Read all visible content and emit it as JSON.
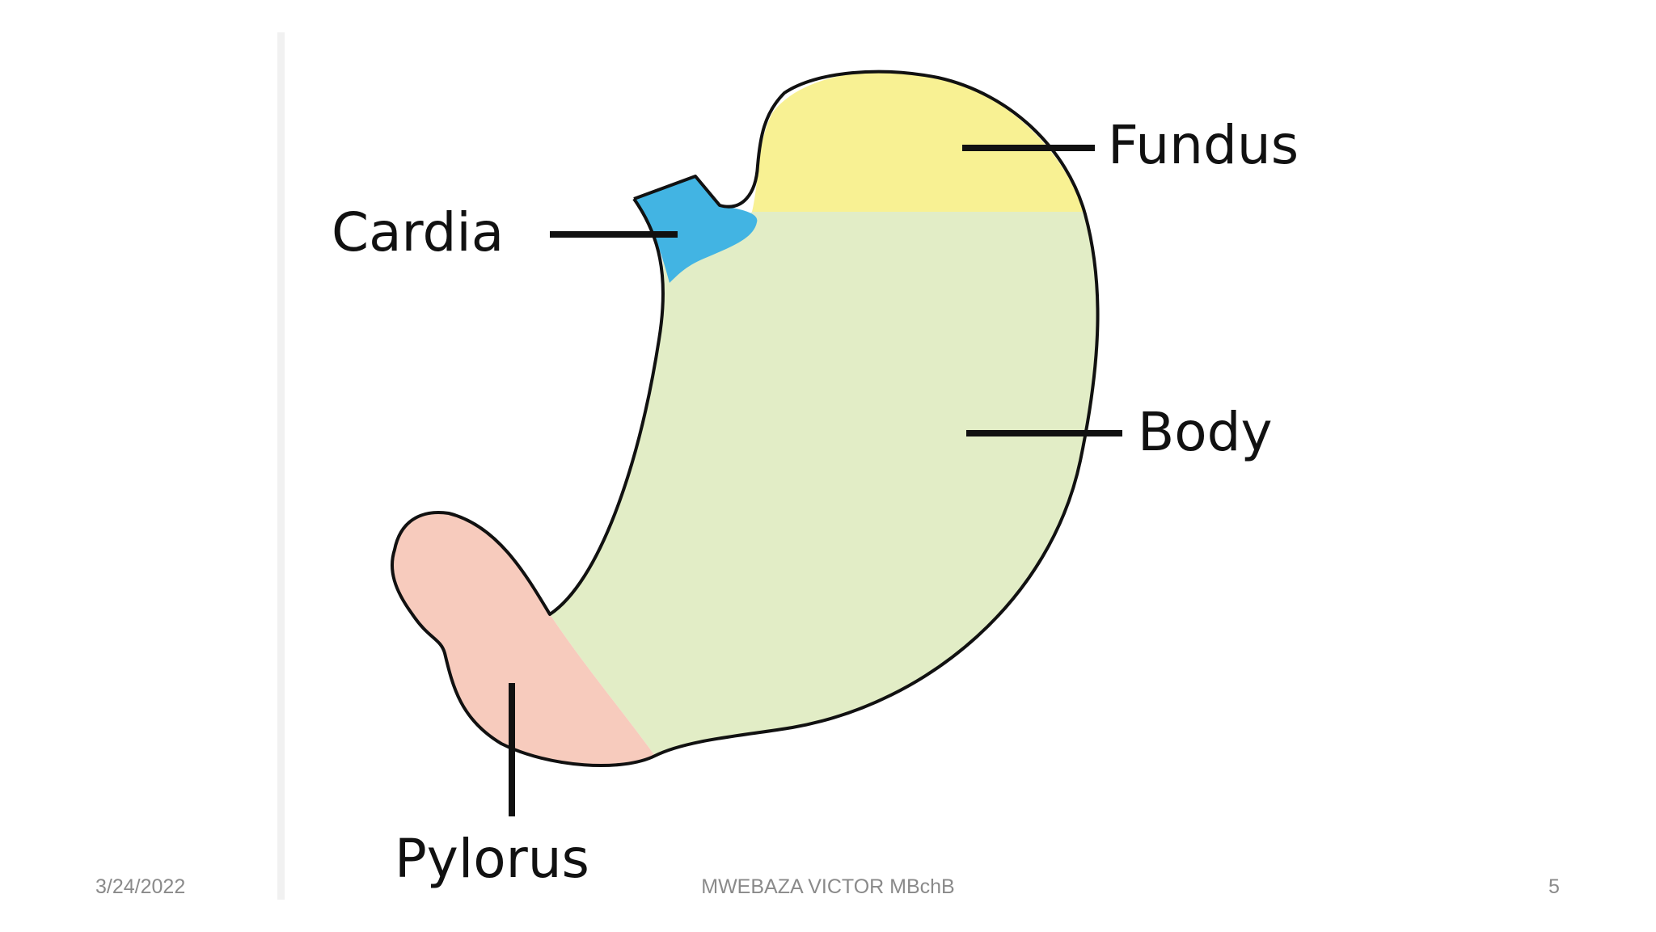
{
  "diagram": {
    "labels": {
      "fundus": "Fundus",
      "cardia": "Cardia",
      "body": "Body",
      "pylorus": "Pylorus"
    },
    "colors": {
      "fundus": "#f8f193",
      "body": "#e2edc6",
      "cardia": "#42b4e3",
      "pylorus": "#f7cbbd",
      "outline": "#111111"
    }
  },
  "footer": {
    "date": "3/24/2022",
    "author": "MWEBAZA VICTOR MBchB",
    "page_number": "5"
  }
}
